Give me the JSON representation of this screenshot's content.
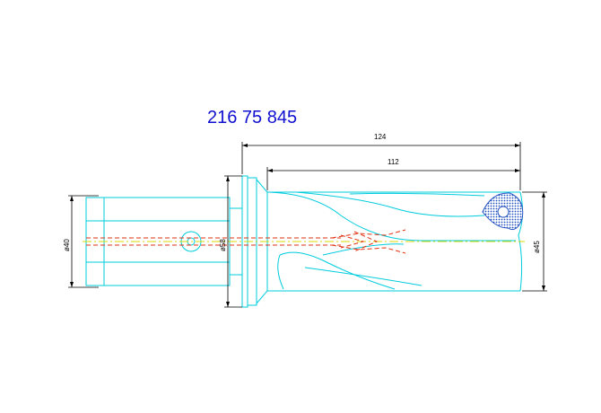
{
  "drawing": {
    "part_number": "216 75 845",
    "dimensions": {
      "overall_length": "124",
      "body_length": "112",
      "shank_diameter": "ø40",
      "flange_diameter": "ø58",
      "drill_diameter": "ø45"
    },
    "colors": {
      "part_number": "#1010d0",
      "outline": "#00ccdd",
      "dimension": "#000000",
      "centerline": "#d8d800",
      "coolant": "#e03010",
      "insert": "#2050c0"
    }
  }
}
